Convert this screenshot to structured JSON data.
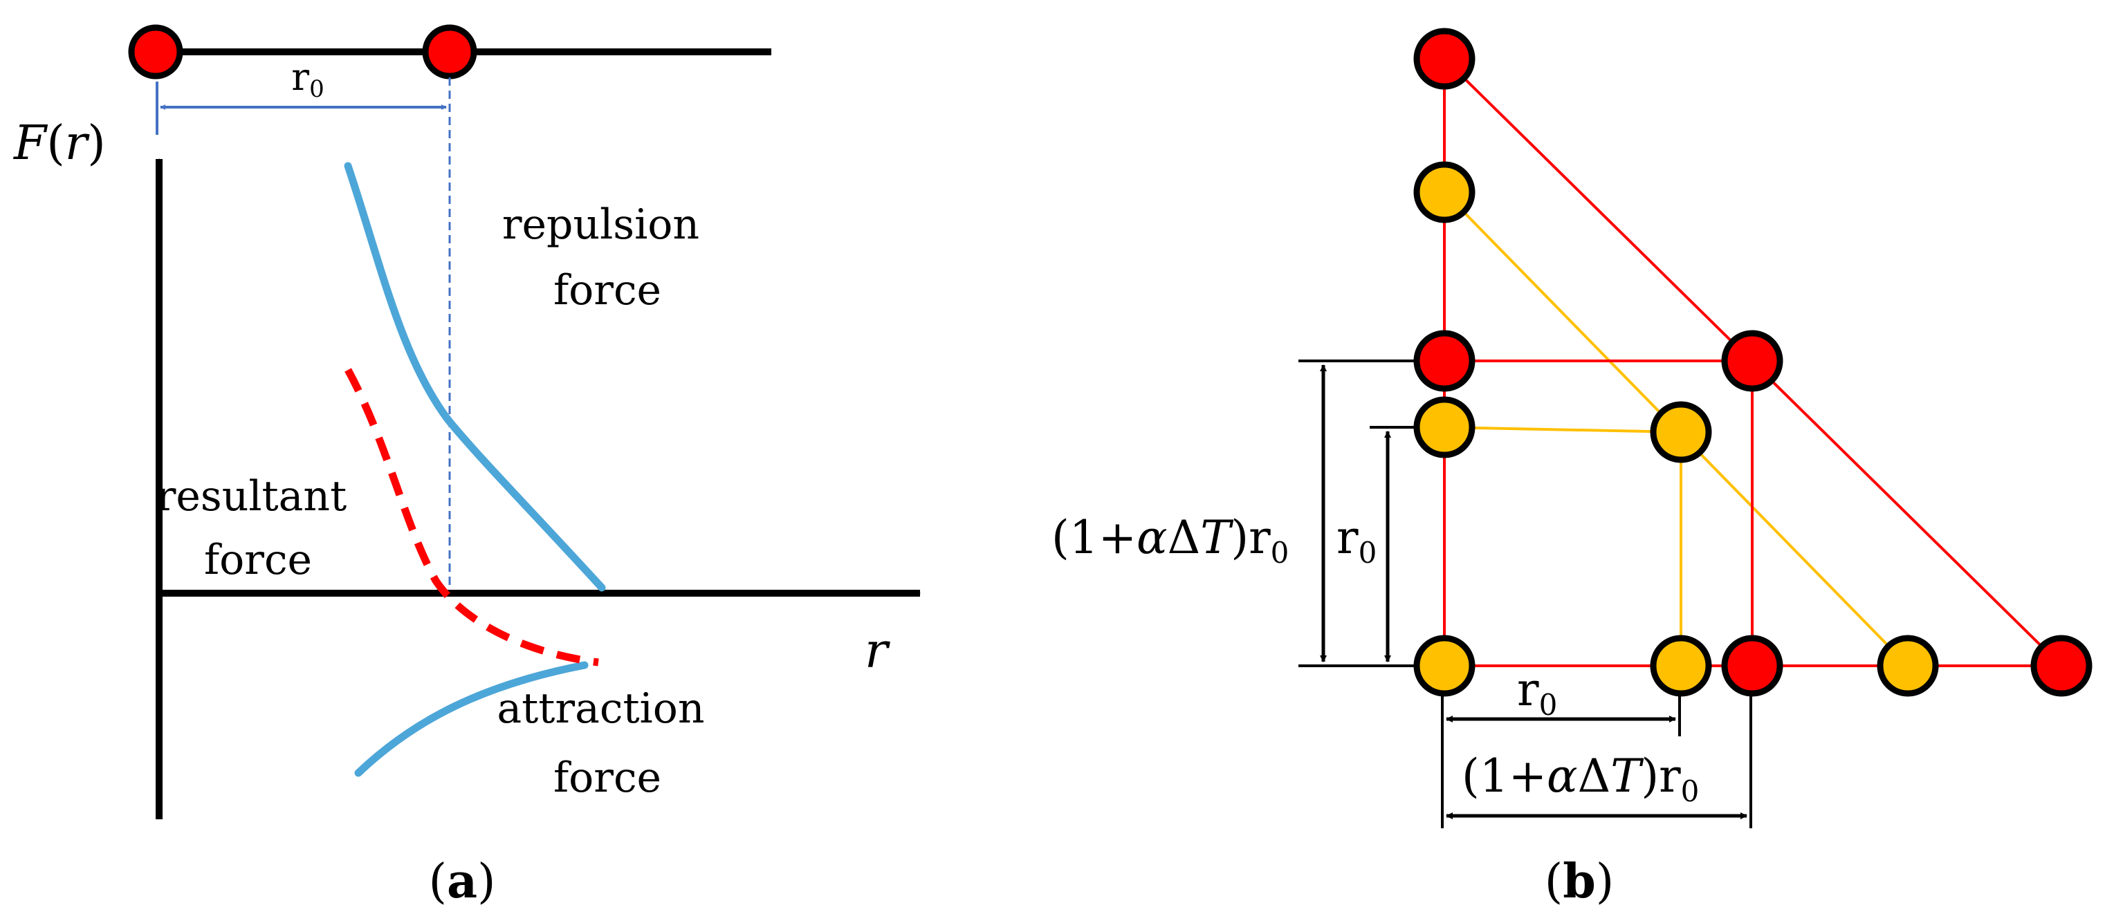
{
  "panel_a": {
    "caption": "(a)",
    "caption_letter": "a",
    "r0_label": "r",
    "r0_sub": "0",
    "y_axis_label": {
      "fn": "F",
      "arg": "r"
    },
    "x_axis_label": "r",
    "repulsion_label": [
      "repulsion",
      "force"
    ],
    "attraction_label": [
      "attraction",
      "force"
    ],
    "resultant_label": [
      "resultant",
      "force"
    ]
  },
  "panel_b": {
    "caption": "(b)",
    "caption_letter": "b",
    "dim_expanded": {
      "prefix": "(1+",
      "alpha": "α",
      "delta": "Δ",
      "T": "T",
      "suffix": ")r",
      "sub": "0"
    },
    "dim_r0": {
      "main": "r",
      "sub": "0"
    }
  },
  "colors": {
    "atom_hot": "#ff0000",
    "atom_cold": "#ffc000",
    "force_curve": "#4da6d8",
    "resultant_curve": "#ff0000",
    "dimension_line": "#4472c4",
    "lattice_hot": "#ff0000",
    "lattice_cold": "#ffc000"
  }
}
